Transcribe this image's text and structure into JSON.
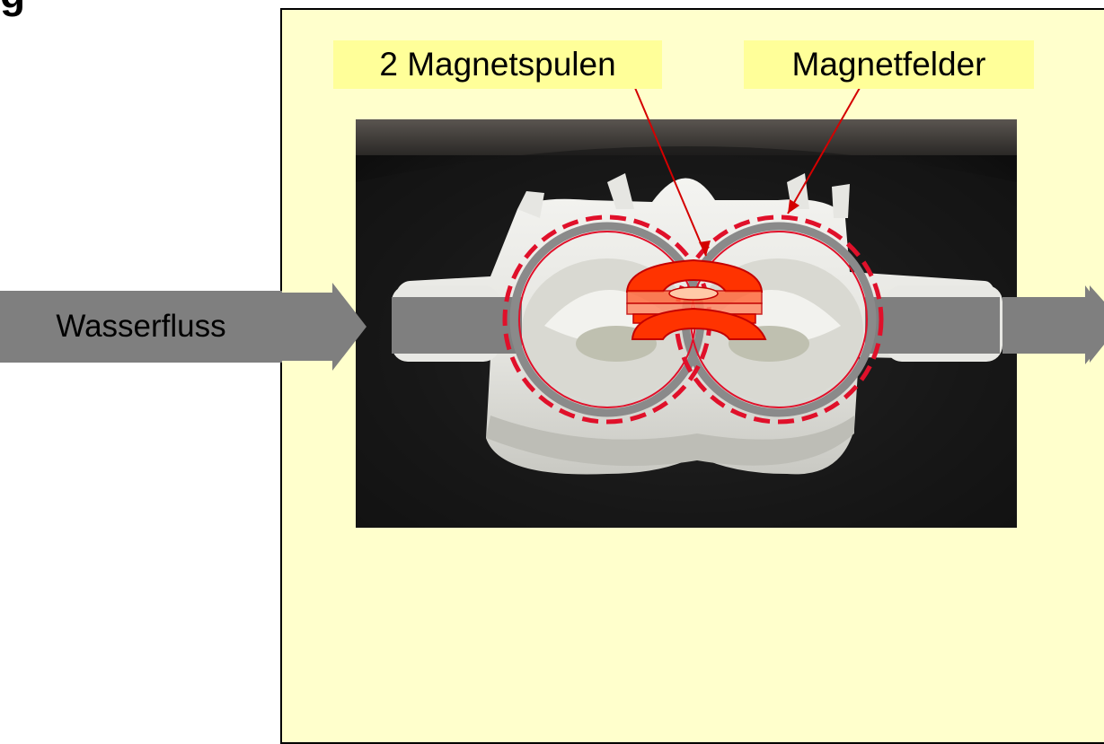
{
  "heading_fragment": "g",
  "labels": {
    "coils": "2 Magnetspulen",
    "fields": "Magnetfelder",
    "flow": "Wasserfluss"
  },
  "colors": {
    "panel_background": "#ffffcc",
    "label_background": "#ffff99",
    "flow_arrow": "#7f7f7f",
    "coil_symbol": "#ff3300",
    "field_lines": "#e0102a",
    "pointer_lines": "#d40000"
  },
  "icons": {
    "coil_symbol": "magnet-coil-icon"
  }
}
